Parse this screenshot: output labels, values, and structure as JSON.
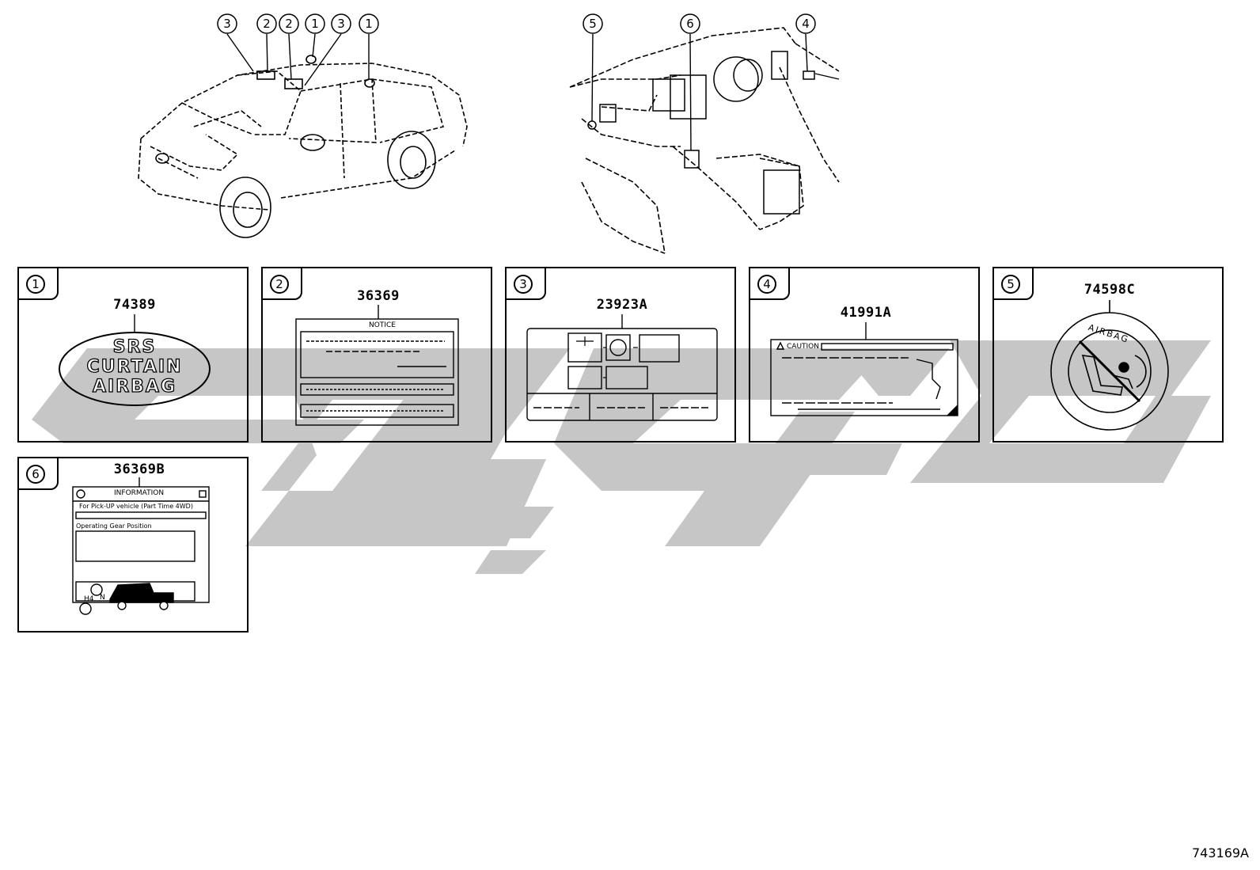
{
  "callouts": {
    "truck": [
      "3",
      "2",
      "2",
      "1",
      "3",
      "1"
    ],
    "interior": [
      "5",
      "6",
      "4"
    ]
  },
  "panels": [
    {
      "index": "1",
      "part_number": "74389"
    },
    {
      "index": "2",
      "part_number": "36369"
    },
    {
      "index": "3",
      "part_number": "23923A"
    },
    {
      "index": "4",
      "part_number": "41991A"
    },
    {
      "index": "5",
      "part_number": "74598C"
    },
    {
      "index": "6",
      "part_number": "36369B"
    }
  ],
  "labels": {
    "srs_lines": [
      "SRS",
      "CURTAIN",
      "AIRBAG"
    ],
    "notice_title": "NOTICE",
    "caution_title": "CAUTION",
    "airbag_ring": "AIRBAG",
    "info_title": "INFORMATION",
    "info_line": "For Pick-UP vehicle (Part Time 4WD)",
    "info_sub": "Operating Gear Position",
    "shift_marks": [
      "H4",
      "N"
    ]
  },
  "diagram_code": "743169A",
  "colors": {
    "line": "#000000",
    "watermark": "#c8c8c8",
    "background": "#ffffff"
  }
}
